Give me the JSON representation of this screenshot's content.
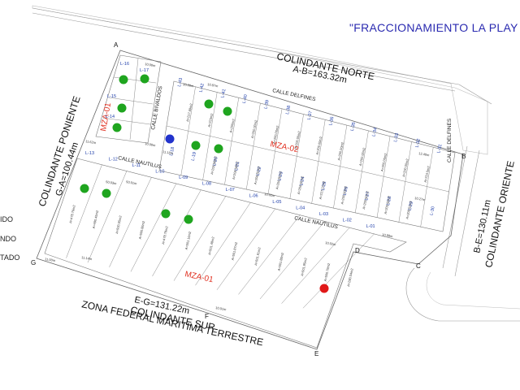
{
  "title": "\"FRACCIONAMIENTO LA PLAY",
  "legend_partial": [
    "IDO",
    "NDO",
    "TADO"
  ],
  "boundaries": {
    "north": {
      "name": "COLINDANTE NORTE",
      "measure": "A-B=163.32m"
    },
    "west": {
      "name": "COLINDANTE PONIENTE",
      "measure": "G-A=100.44m"
    },
    "east": {
      "name": "COLINDANTE ORIENTE",
      "measure": "B-E=130.11m"
    },
    "south": {
      "name": "COLINDANTE SUR",
      "measure": "E-G=131.22m",
      "zone": "ZONA FEDERAL MARITIMA TERRESTRE"
    }
  },
  "streets": {
    "bivaldos": "CALLE BIVALDOS",
    "delfines_top": "CALLE DELFINES",
    "nautilus_left": "CALLE NAUTILUS",
    "nautilus_right": "CALLE NAUTILUS",
    "delfines_right": "CALLE DELFINES"
  },
  "vertices": [
    "A",
    "B",
    "C",
    "D",
    "E",
    "F",
    "G"
  ],
  "manzanas": {
    "mza01_top": "MZA-01",
    "mza02": "MZA-02",
    "mza01_bottom": "MZA-01"
  },
  "lots_mza01_top": [
    "L-16",
    "L-17",
    "L-15",
    "L-14"
  ],
  "lots_mza02_top": [
    "L-43",
    "L-42",
    "L-41",
    "L-40",
    "L-39",
    "L-38",
    "L-37",
    "L-36",
    "L-35",
    "L-34",
    "L-33",
    "L-32",
    "L-31"
  ],
  "lots_mza02_bottom": [
    "L-18",
    "L-19",
    "L-20",
    "L-21",
    "L-22",
    "L-23",
    "L-24",
    "L-25",
    "L-26",
    "L-27",
    "L-28",
    "L-29",
    "L-30"
  ],
  "lots_mza01_bottom": [
    "L-13",
    "L-12",
    "L-11",
    "L-10",
    "L-09",
    "L-08",
    "L-07",
    "L-06",
    "L-05",
    "L-04",
    "L-03",
    "L-02",
    "L-01"
  ],
  "areas_top_row": [
    "A=217.69m2",
    "A=223m2",
    "A=200m2",
    "A=200.00m2",
    "A=200.00m2",
    "A=200.00m2",
    "A=200.00m2",
    "A=200.00m2",
    "A=200.00m2",
    "A=200.00m2",
    "A=200.00m2",
    "A=224.5m2"
  ],
  "areas_bottom_row": [
    "A=206.56m2",
    "A=206.56m2",
    "A=206.81m2",
    "A=206.81m2",
    "A=206.81m2",
    "A=227.27m2",
    "A=200.00m2",
    "A=200.00m2",
    "A=200.00m2",
    "A=208.51m2"
  ],
  "areas_mza01_bottom": [
    "A=478.76m2",
    "A=490.45m2",
    "A=500.55m2",
    "A=500.86m2",
    "A=478.78m2",
    "A=501.16m2",
    "A=501.48m2",
    "A=501.87m2",
    "A=501.91m2",
    "A=501.88m2",
    "A=501.85m2",
    "A=500.79m2",
    "A=280.04m2"
  ],
  "measures": {
    "m10": "10.00m",
    "m10b": "10.00m",
    "m1002": "10.02m",
    "m1001": "10.01m",
    "m2000": "20.00m",
    "m5003": "50.03m",
    "m5001": "50.01m",
    "m1162": "11.62m",
    "m1087": "10.87m",
    "m1114": "11.14m",
    "m1240": "12.40m",
    "m1118": "11.18m",
    "m1027": "10.27m",
    "m1100": "11.00m",
    "m1099": "10.99m",
    "m1002b": "10.02m"
  },
  "colors": {
    "available": "#1fa51f",
    "sold": "#e01818",
    "reserved": "#2233cc",
    "title": "#2a2ab0",
    "mza": "#e03020",
    "lot_label": "#1a3aa8"
  },
  "markers": [
    {
      "status": "available",
      "lot": "L-16"
    },
    {
      "status": "available",
      "lot": "L-17"
    },
    {
      "status": "available",
      "lot": "L-15"
    },
    {
      "status": "available",
      "lot": "L-14"
    },
    {
      "status": "available",
      "lot": "L-42"
    },
    {
      "status": "available",
      "lot": "L-41"
    },
    {
      "status": "reserved",
      "lot": "L-18"
    },
    {
      "status": "available",
      "lot": "L-19"
    },
    {
      "status": "available",
      "lot": "L-20"
    },
    {
      "status": "available",
      "lot": "L-12"
    },
    {
      "status": "available",
      "lot": "L-13"
    },
    {
      "status": "available",
      "lot": "L-09"
    },
    {
      "status": "available",
      "lot": "L-08"
    },
    {
      "status": "sold",
      "lot": "L-01"
    }
  ]
}
